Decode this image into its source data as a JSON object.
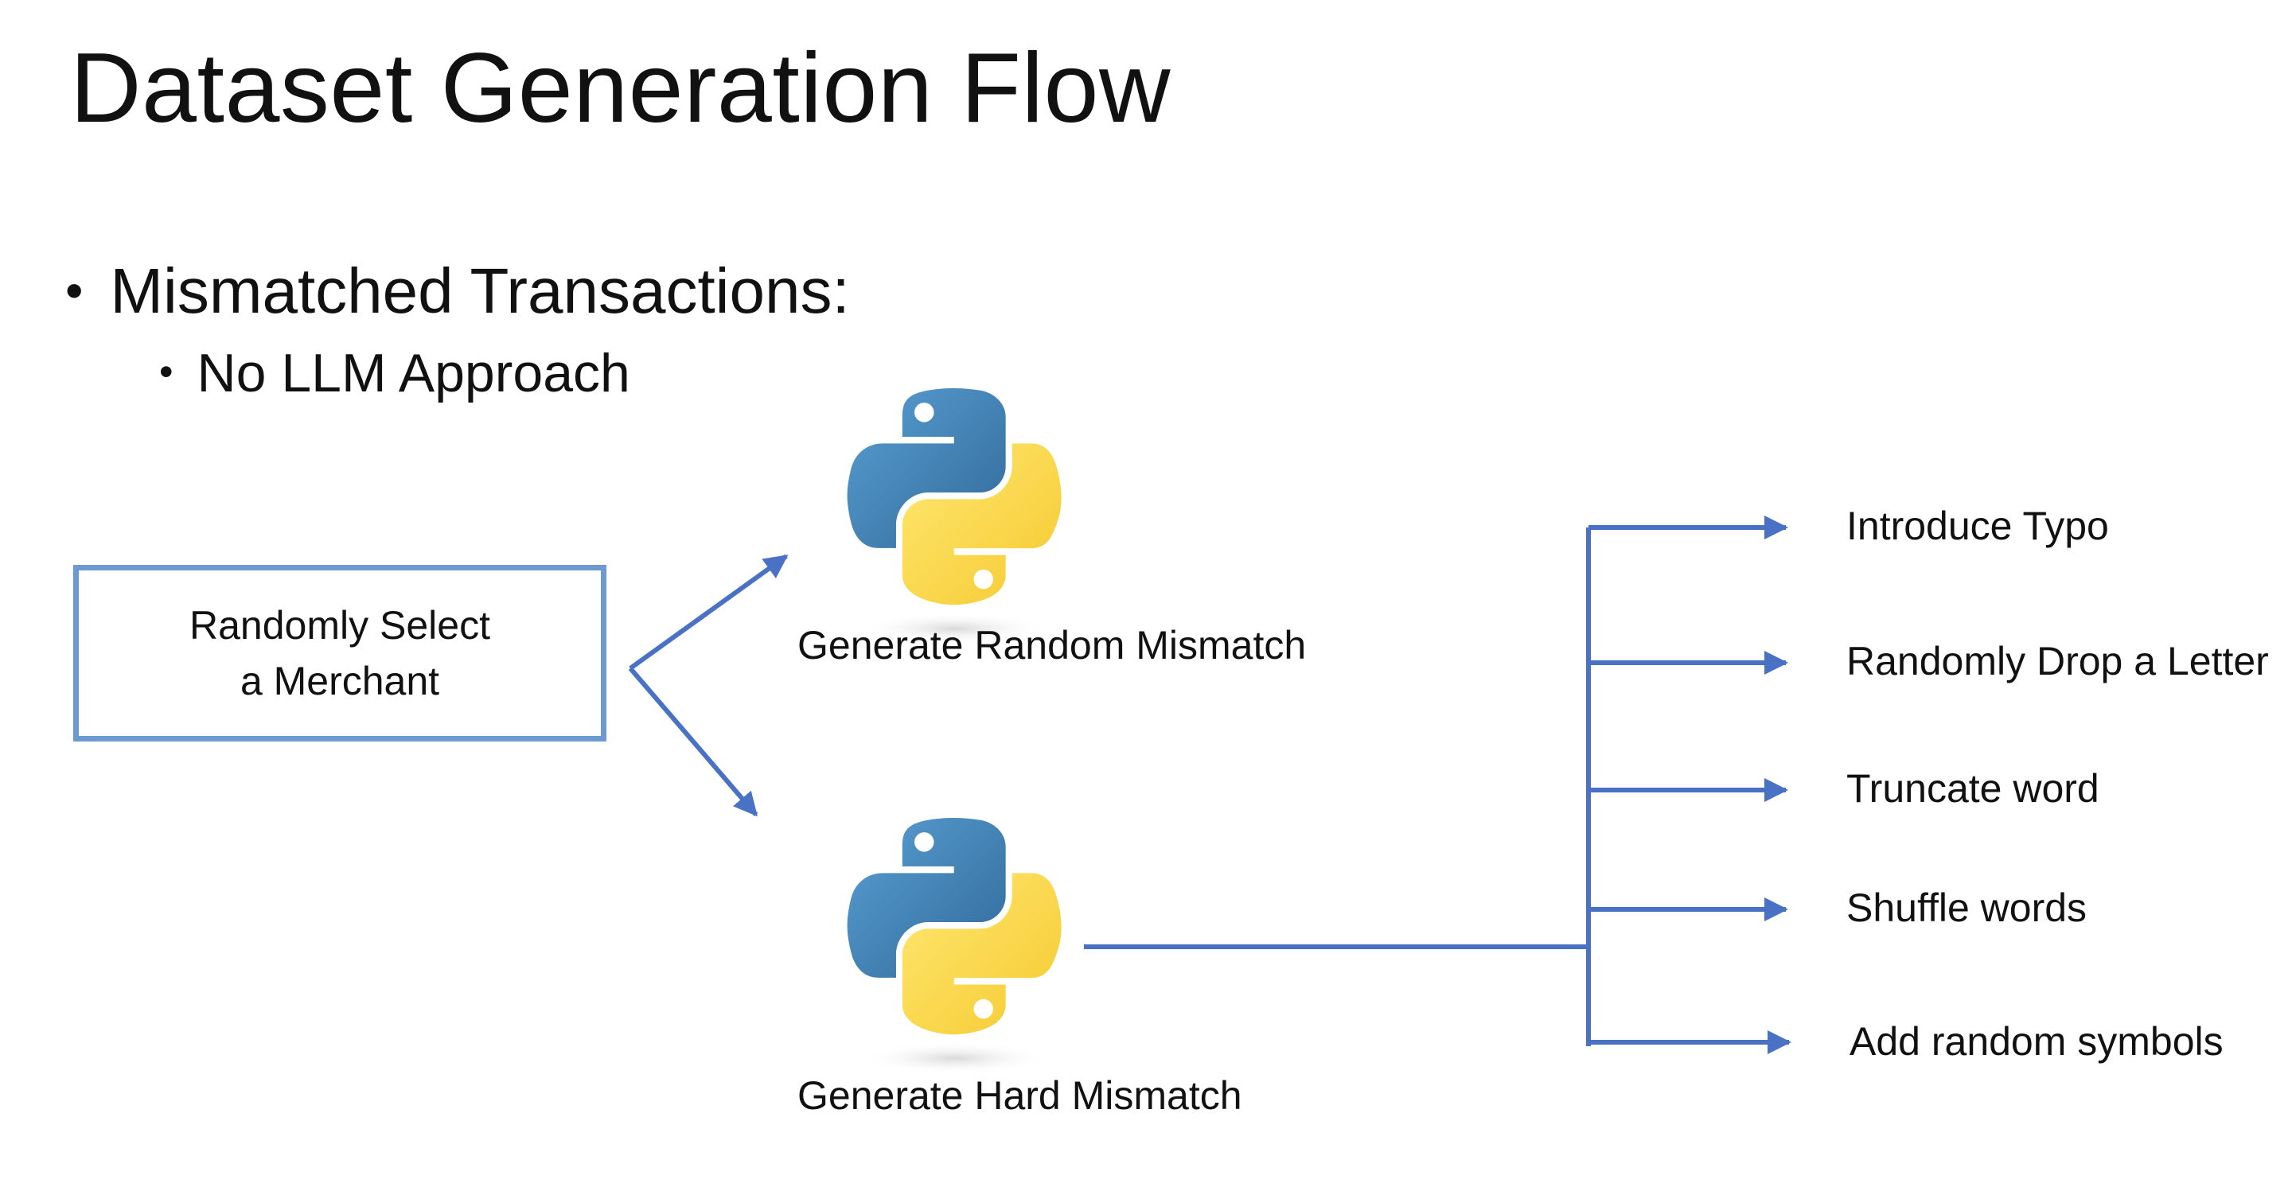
{
  "slide": {
    "title": "Dataset Generation Flow",
    "bullets": [
      {
        "text": "Mismatched Transactions:",
        "level": 1
      },
      {
        "text": "No LLM Approach",
        "level": 2
      }
    ]
  },
  "diagram": {
    "start_node": {
      "line1": "Randomly Select",
      "line2": "a Merchant"
    },
    "random_node": {
      "label": "Generate Random Mismatch",
      "icon": "python-logo-icon"
    },
    "hard_node": {
      "label": "Generate Hard Mismatch",
      "icon": "python-logo-icon"
    },
    "hard_steps": [
      "Introduce Typo",
      "Randomly Drop a Letter",
      "Truncate word",
      "Shuffle words",
      "Add random symbols"
    ]
  },
  "colors": {
    "connector": "#4a72c4",
    "box_border": "#6d9bd1",
    "python_blue": "#3e72a4",
    "python_yellow": "#f6d346"
  }
}
